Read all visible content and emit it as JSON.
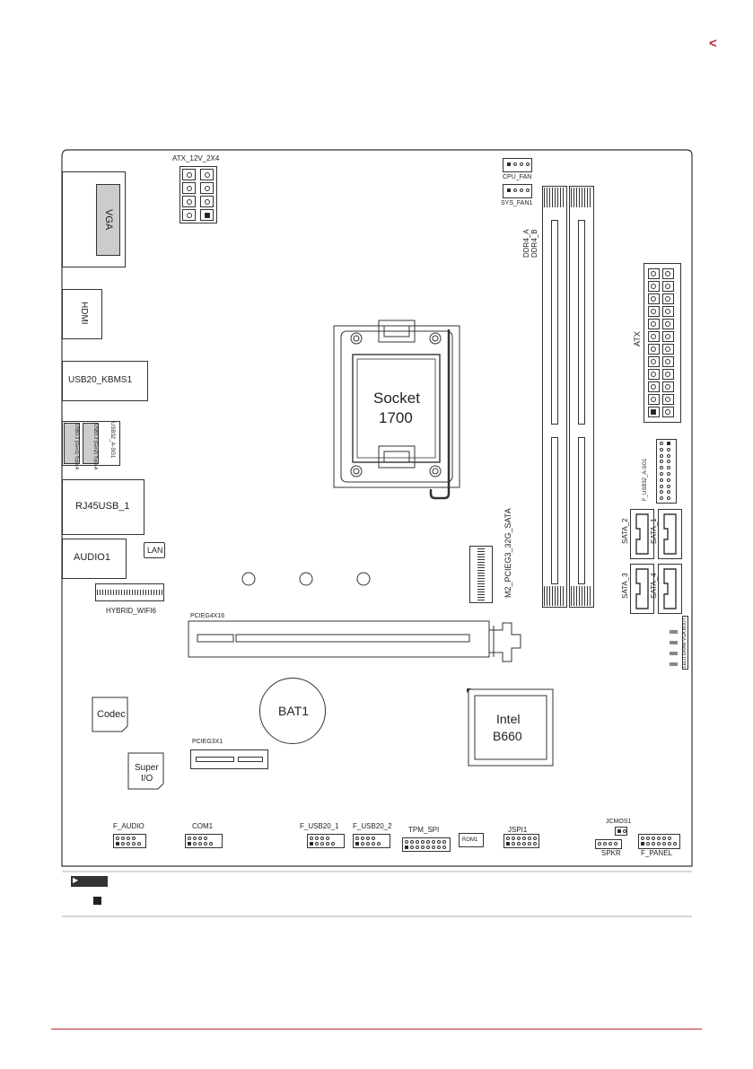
{
  "page": {
    "nav_arrow": "<",
    "accent_color": "#c0272d"
  },
  "ports": {
    "vga": "VGA",
    "hdmi": "HDMI",
    "usb20_kbms": "USB20_KBMS1",
    "usb32": "USB32_A-SG1",
    "usb32_gen1_a": "USB3.2 (Gen1) Type-A",
    "usb32_gen2_a": "USB3.2 (Gen2) Type-A",
    "rj45": "RJ45USB_1",
    "audio": "AUDIO1",
    "lan": "LAN",
    "wifi": "HYBRID_WIFI6"
  },
  "board": {
    "atx12v": "ATX_12V_2X4",
    "cpu_fan": "CPU_FAN",
    "sys_fan": "SYS_FAN1",
    "ddr4_a": "DDR4_A",
    "ddr4_b": "DDR4_B",
    "atx": "ATX",
    "socket_line1": "Socket",
    "socket_line2": "1700",
    "f_usb32": "F_USB32_A-SG1",
    "sata1": "SATA_1",
    "sata2": "SATA_2",
    "sata3": "SATA_3",
    "sata4": "SATA_4",
    "m2": "M2_PCIEG3_32G_SATA",
    "pcieg4x16": "PCIEG4X16",
    "bat": "BAT1",
    "codec": "Codec",
    "pcieg3x1": "PCIEG3X1",
    "super_io_line1": "Super",
    "super_io_line2": "I/O",
    "chipset_line1": "Intel",
    "chipset_line2": "B660",
    "leds_label": "LED1 DRAM VGA BOOT",
    "f_audio": "F_AUDIO",
    "com1": "COM1",
    "f_usb20_1": "F_USB20_1",
    "f_usb20_2": "F_USB20_2",
    "tpm_spi": "TPM_SPI",
    "rom1": "ROM1",
    "jspi1": "JSPI1",
    "jcmos1": "JCMOS1",
    "spkr": "SPKR",
    "f_panel": "F_PANEL"
  }
}
